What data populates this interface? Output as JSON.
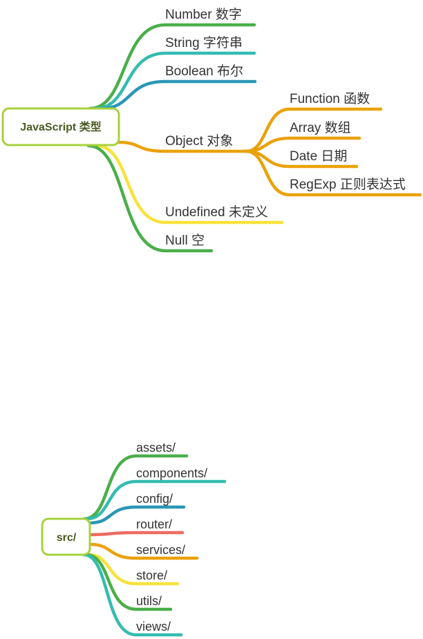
{
  "mindmap1": {
    "root": "JavaScript 类型",
    "root_border_color": "#a7d13b",
    "branches": [
      {
        "label": "Number 数字",
        "color": "#4aaf4a"
      },
      {
        "label": "String 字符串",
        "color": "#34bcb0"
      },
      {
        "label": "Boolean 布尔",
        "color": "#2a96b6"
      },
      {
        "label": "Object 对象",
        "color": "#eaa20a",
        "children": [
          {
            "label": "Function 函数",
            "color": "#eaa20a"
          },
          {
            "label": "Array 数组",
            "color": "#eaa20a"
          },
          {
            "label": "Date 日期",
            "color": "#eaa20a"
          },
          {
            "label": "RegExp 正则表达式",
            "color": "#eaa20a"
          }
        ]
      },
      {
        "label": "Undefined 未定义",
        "color": "#f8e23a"
      },
      {
        "label": "Null 空",
        "color": "#4aaf4a"
      }
    ]
  },
  "mindmap2": {
    "root": "src/",
    "root_border_color": "#a7d13b",
    "branches": [
      {
        "label": "assets/",
        "color": "#4aaf4a"
      },
      {
        "label": "components/",
        "color": "#34bcb0"
      },
      {
        "label": "config/",
        "color": "#2a96b6"
      },
      {
        "label": "router/",
        "color": "#ee6b62"
      },
      {
        "label": "services/",
        "color": "#eaa20a"
      },
      {
        "label": "store/",
        "color": "#f8e23a"
      },
      {
        "label": "utils/",
        "color": "#4aaf4a"
      },
      {
        "label": "views/",
        "color": "#34bcb0"
      }
    ]
  }
}
